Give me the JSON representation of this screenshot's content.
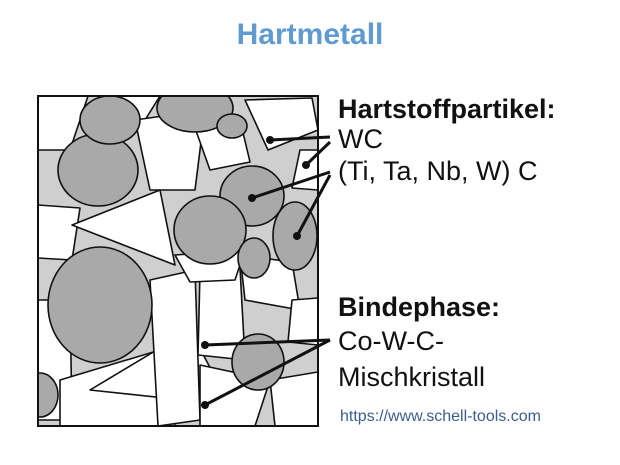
{
  "title": "Hartmetall",
  "labels": {
    "hard_heading": "Hartstoffpartikel:",
    "hard_line1": "WC",
    "hard_line2": "(Ti, Ta, Nb, W) C",
    "binder_heading": "Bindephase:",
    "binder_line1": "Co-W-C-",
    "binder_line2": "Mischkristall"
  },
  "url": "https://www.schell-tools.com",
  "colors": {
    "title": "#5f9bd0",
    "binder_fill": "#cfcfcf",
    "particle_fill": "#a9a9a9",
    "crystal_fill": "#ffffff",
    "outline": "#111111"
  }
}
